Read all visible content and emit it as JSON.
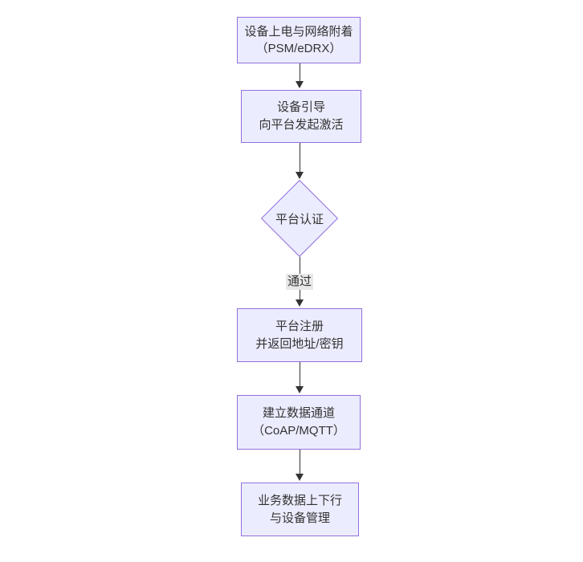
{
  "diagram": {
    "type": "flowchart",
    "direction": "top-down",
    "colors": {
      "background": "#ffffff",
      "node_fill": "#ECECFF",
      "node_border": "#9370DB",
      "arrow": "#333333",
      "label_bg": "#e8e8e8",
      "text": "#333333"
    },
    "nodes": [
      {
        "id": "A",
        "type": "rect",
        "lines": [
          "设备上电与网络附着",
          "（PSM/eDRX）"
        ]
      },
      {
        "id": "B",
        "type": "rect",
        "lines": [
          "设备引导",
          "向平台发起激活"
        ]
      },
      {
        "id": "C",
        "type": "diamond",
        "lines": [
          "平台认证"
        ]
      },
      {
        "id": "D",
        "type": "rect",
        "lines": [
          "平台注册",
          "并返回地址/密钥"
        ]
      },
      {
        "id": "E",
        "type": "rect",
        "lines": [
          "建立数据通道",
          "（CoAP/MQTT）"
        ]
      },
      {
        "id": "F",
        "type": "rect",
        "lines": [
          "业务数据上下行",
          "与设备管理"
        ]
      }
    ],
    "edges": [
      {
        "from": "A",
        "to": "B",
        "label": ""
      },
      {
        "from": "B",
        "to": "C",
        "label": ""
      },
      {
        "from": "C",
        "to": "D",
        "label": "通过"
      },
      {
        "from": "D",
        "to": "E",
        "label": ""
      },
      {
        "from": "E",
        "to": "F",
        "label": ""
      }
    ]
  }
}
